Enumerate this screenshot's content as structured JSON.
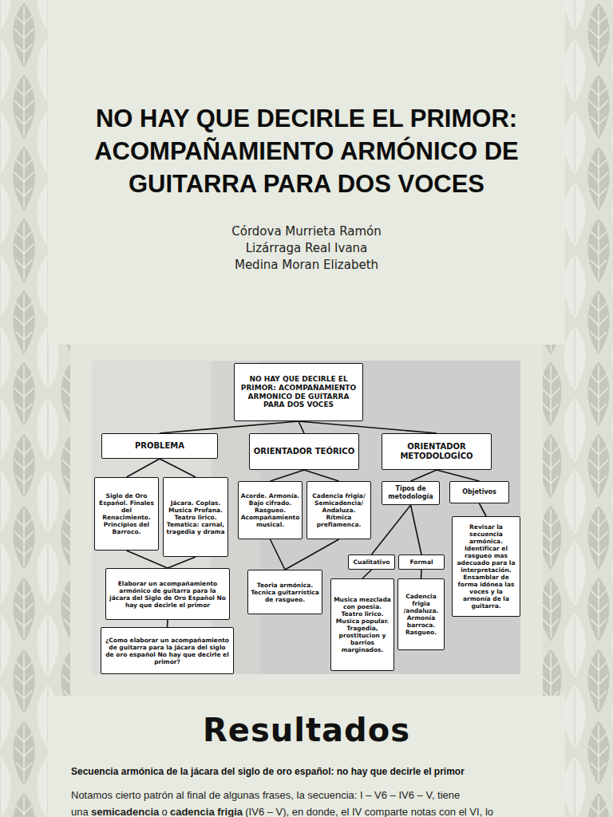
{
  "diagram": {
    "title": "NO HAY QUE DECIRLE EL PRIMOR: ACOMPAÑAMIENTO ARMÓNICO DE GUITARRA PARA DOS VOCES",
    "nodes": [
      {
        "text": [
          "NO HAY QUE DECIRLE EL PRIMOR: ACOMPAÑAMIENTO ARMONICO DE GUITARRA PARA DOS VOCES"
        ]
      },
      {
        "text": [
          "PROBLEMA"
        ]
      },
      {
        "text": [
          "ORIENTADOR TEÓRICO"
        ]
      },
      {
        "text": [
          "ORIENTADOR METODOLOGÍCO"
        ]
      },
      {
        "text": [
          "Siglo de Oro Español. Finales del Renacimiento. Principios del Barroco."
        ]
      },
      {
        "text": [
          "Jácara. Coplas. Musica Profana. Teatro lirico. Tematica: carnal, tragedia y drama"
        ]
      },
      {
        "text": [
          "Acorde. Armonía. Bajo cifrado. Rasgueo. Acompañamiento musical."
        ]
      },
      {
        "text": [
          "Cadencia frigia/ Semicadencia/ Andaluza. Rítmica preflamenca."
        ]
      },
      {
        "text": [
          "Tipos de metodología"
        ]
      },
      {
        "text": [
          "Objetivos"
        ]
      },
      {
        "text": [
          "Elaborar un acompañamiento armónico de guitarra para la jácara del Siglo de Oro Español No hay que decirle el primor"
        ]
      },
      {
        "text": [
          "¿Como elaborar un acompañamiento de guitarra para la jácara del siglo de oro español No hay que decirle el primor?"
        ]
      },
      {
        "text": [
          "Teoria armónica. Tecnica guitarrística de rasgueo."
        ]
      },
      {
        "text": [
          "Cualitativo"
        ]
      },
      {
        "text": [
          "Formal"
        ]
      },
      {
        "text": [
          "Revisar la secuencia armónica. Identificar el rasgueo mas adecuado para la interpretación. Ensamblar de forma idónea las voces y la armonía de la guitarra."
        ]
      },
      {
        "text": [
          "Musica mezclada con poesia. Teatro lirico. Musica popular. Tragedia, prostitucion y barrios marginados."
        ]
      },
      {
        "text": [
          "Cadencia frigia /andaluza. Armonía barroca. Rasgueo."
        ]
      }
    ],
    "edges": [
      {
        "from": 0,
        "to": 1,
        "arrow": "none"
      },
      {
        "from": 0,
        "to": 2,
        "arrow": "none"
      },
      {
        "from": 0,
        "to": 3,
        "arrow": "none"
      },
      {
        "from": 1,
        "to": 4,
        "arrow": "none"
      },
      {
        "from": 1,
        "to": 5,
        "arrow": "none"
      },
      {
        "from": 2,
        "to": 6,
        "arrow": "none"
      },
      {
        "from": 2,
        "to": 7,
        "arrow": "none"
      },
      {
        "from": 3,
        "to": 8,
        "arrow": "none"
      },
      {
        "from": 3,
        "to": 9,
        "arrow": "none"
      },
      {
        "from": 4,
        "to": 10,
        "arrow": "none"
      },
      {
        "from": 5,
        "to": 10,
        "arrow": "none"
      },
      {
        "from": 10,
        "to": 11,
        "arrow": "none"
      },
      {
        "from": 6,
        "to": 12,
        "arrow": "none"
      },
      {
        "from": 7,
        "to": 12,
        "arrow": "none"
      },
      {
        "from": 8,
        "to": 13,
        "arrow": "none"
      },
      {
        "from": 8,
        "to": 14,
        "arrow": "none"
      },
      {
        "from": 9,
        "to": 15,
        "arrow": "none"
      },
      {
        "from": 13,
        "to": 16,
        "arrow": "none"
      },
      {
        "from": 14,
        "to": 17,
        "arrow": "none"
      }
    ],
    "labels": [
      "Córdova Murrieta Ramón",
      "Lizárraga Real Ivana",
      "Medina Moran Elizabeth",
      "Resultados",
      "Secuencia armónica de la jácara del siglo de oro español: no hay que decirle el primor",
      "Notamos cierto patrón al final de algunas frases, la secuencia: I – V6 – IV6 – V, tiene una",
      "semicadencia",
      "o",
      "cadencia frigia",
      "(IV6 – V), en donde, el IV comparte notas con el VI, lo"
    ]
  }
}
